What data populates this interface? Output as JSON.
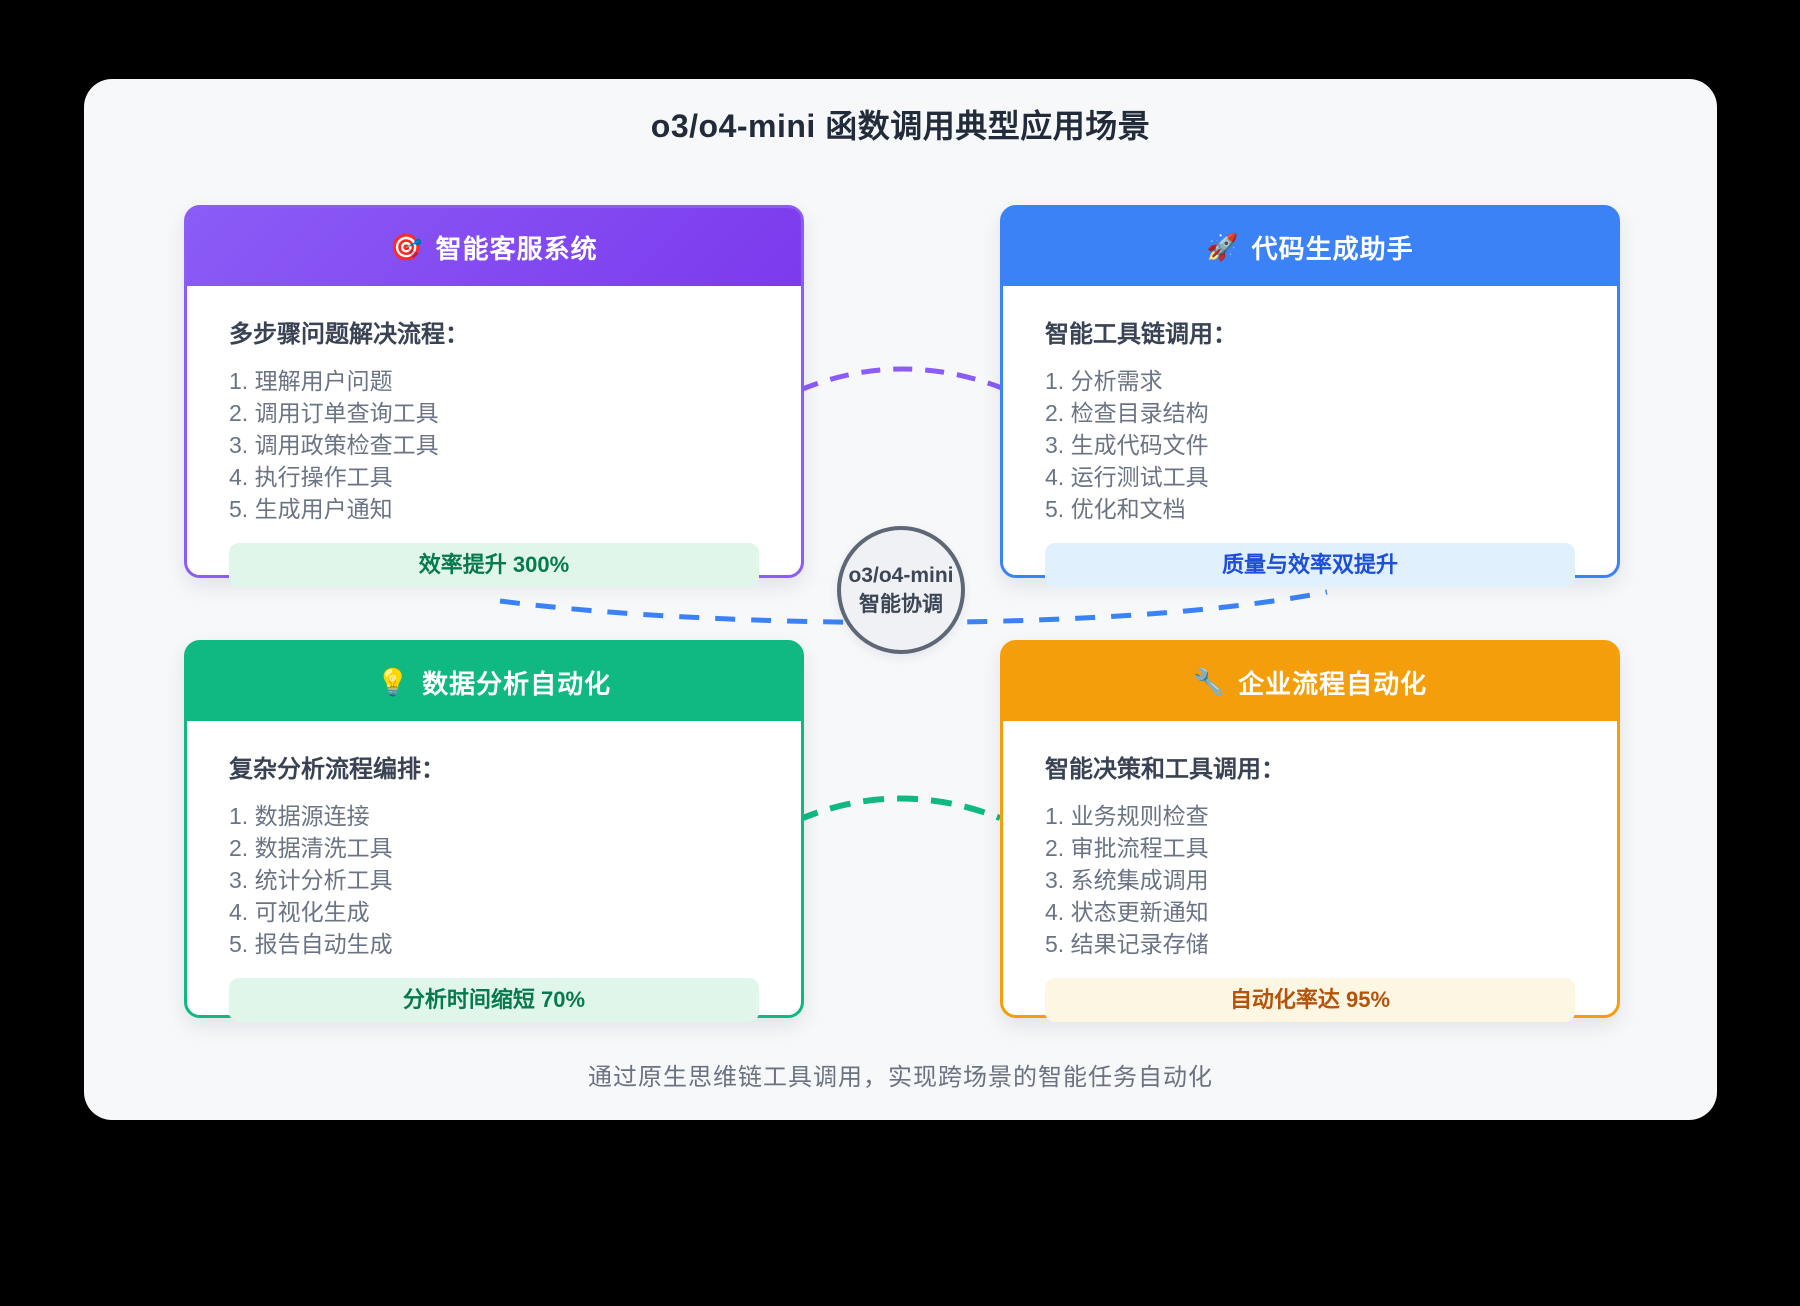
{
  "page": {
    "title": "o3/o4-mini 函数调用典型应用场景",
    "caption": "通过原生思维链工具调用，实现跨场景的智能任务自动化"
  },
  "hub": {
    "line1": "o3/o4-mini",
    "line2": "智能协调"
  },
  "cards": [
    {
      "icon": "🎯",
      "icon_name": "target-icon",
      "title": "智能客服系统",
      "section_title": "多步骤问题解决流程：",
      "steps": [
        "1. 理解用户问题",
        "2. 调用订单查询工具",
        "3. 调用政策检查工具",
        "4. 执行操作工具",
        "5. 生成用户通知"
      ],
      "badge": "效率提升 300%"
    },
    {
      "icon": "🚀",
      "icon_name": "rocket-icon",
      "title": "代码生成助手",
      "section_title": "智能工具链调用：",
      "steps": [
        "1. 分析需求",
        "2. 检查目录结构",
        "3. 生成代码文件",
        "4. 运行测试工具",
        "5. 优化和文档"
      ],
      "badge": "质量与效率双提升"
    },
    {
      "icon": "💡",
      "icon_name": "lightbulb-icon",
      "title": "数据分析自动化",
      "section_title": "复杂分析流程编排：",
      "steps": [
        "1. 数据源连接",
        "2. 数据清洗工具",
        "3. 统计分析工具",
        "4. 可视化生成",
        "5. 报告自动生成"
      ],
      "badge": "分析时间缩短 70%"
    },
    {
      "icon": "🔧",
      "icon_name": "wrench-icon",
      "title": "企业流程自动化",
      "section_title": "智能决策和工具调用：",
      "steps": [
        "1. 业务规则检查",
        "2. 审批流程工具",
        "3. 系统集成调用",
        "4. 状态更新通知",
        "5. 结果记录存储"
      ],
      "badge": "自动化率达 95%"
    }
  ],
  "colors": {
    "background": "#000000",
    "panel_bg": "#f7f8fa",
    "title_text": "#222b3a",
    "heading_text": "#3a4354",
    "body_text": "#6b7484",
    "caption_text": "#6b7280",
    "purple": "#8b5cf6",
    "purple_deep": "#7c3aed",
    "blue": "#3b82f6",
    "green": "#10b981",
    "orange": "#f59e0b",
    "badge_green_bg": "#e1f6eb",
    "badge_green_text": "#067a4e",
    "badge_blue_bg": "#e0f0fc",
    "badge_blue_text": "#1d4ed8",
    "badge_cream_bg": "#fdf6e3",
    "badge_cream_text": "#b45309",
    "circle_bg": "#eff1f4",
    "circle_border": "#5d6776"
  }
}
